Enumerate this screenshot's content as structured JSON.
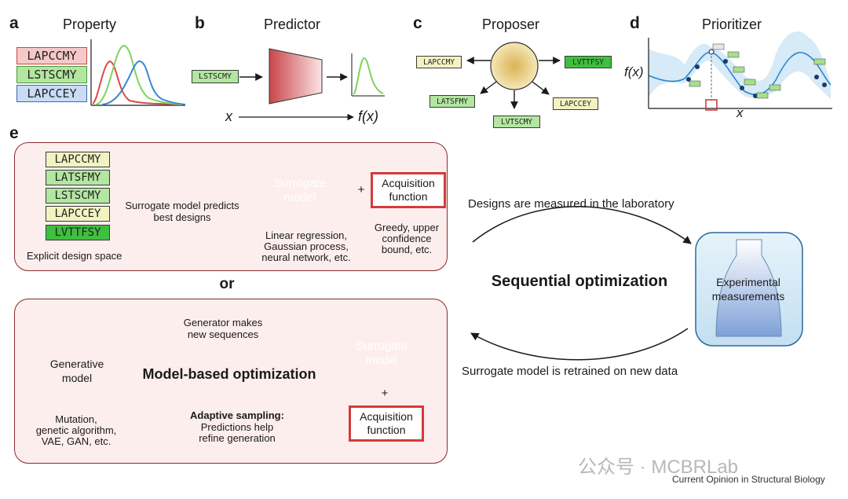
{
  "panel_a": {
    "letter": "a",
    "title": "Property",
    "tags": [
      "LAPCCMY",
      "LSTSCMY",
      "LAPCCEY"
    ]
  },
  "panel_b": {
    "letter": "b",
    "title": "Predictor",
    "input_tag": "LSTSCMY",
    "x_label": "x",
    "fx_label": "f(x)"
  },
  "panel_c": {
    "letter": "c",
    "title": "Proposer",
    "tags": [
      "LAPCCMY",
      "LVTTFSY",
      "LATSFMY",
      "LAPCCEY",
      "LVTSCMY"
    ]
  },
  "panel_d": {
    "letter": "d",
    "title": "Prioritizer",
    "y_label": "f(x)",
    "x_label": "x"
  },
  "panel_e": {
    "letter": "e",
    "design_space_tags": [
      "LAPCCMY",
      "LATSFMY",
      "LSTSCMY",
      "LAPCCEY",
      "LVTTFSY"
    ],
    "design_space_caption": "Explicit design space",
    "predict_text_1": "Surrogate model predicts",
    "predict_text_2": "best designs",
    "surrogate_1": "Surrogate",
    "surrogate_2": "model",
    "plus": "+",
    "acq_1": "Acquisition",
    "acq_2": "function",
    "surrogate_desc_1": "Linear regression,",
    "surrogate_desc_2": "Gaussian process,",
    "surrogate_desc_3": "neural network, etc.",
    "acq_desc_1": "Greedy, upper",
    "acq_desc_2": "confidence",
    "acq_desc_3": "bound, etc.",
    "or": "or",
    "generative_1": "Generative",
    "generative_2": "model",
    "generator_text_1": "Generator makes",
    "generator_text_2": "new sequences",
    "mbo_title": "Model-based optimization",
    "gen_desc_1": "Mutation,",
    "gen_desc_2": "genetic algorithm,",
    "gen_desc_3": "VAE, GAN, etc.",
    "adaptive_title": "Adaptive sampling:",
    "adaptive_1": "Predictions help",
    "adaptive_2": "refine generation",
    "measured_text": "Designs are measured in the laboratory",
    "seq_opt": "Sequential optimization",
    "exp_1": "Experimental",
    "exp_2": "measurements",
    "retrained_text": "Surrogate model is retrained on new data"
  },
  "watermark": "公众号 · MCBRLab",
  "credit": "Current Opinion in Structural Biology",
  "colors": {
    "green_tag": "#9fd98a",
    "bright_green_tag": "#3fbf3f",
    "yellow_tag": "#f3f3c2",
    "red_tag": "#f6c9c9",
    "blue_tag": "#c9dcf6",
    "box_border": "#8a2a2a",
    "box_fill": "#fdeeee",
    "acq_border": "#d33b3b"
  }
}
